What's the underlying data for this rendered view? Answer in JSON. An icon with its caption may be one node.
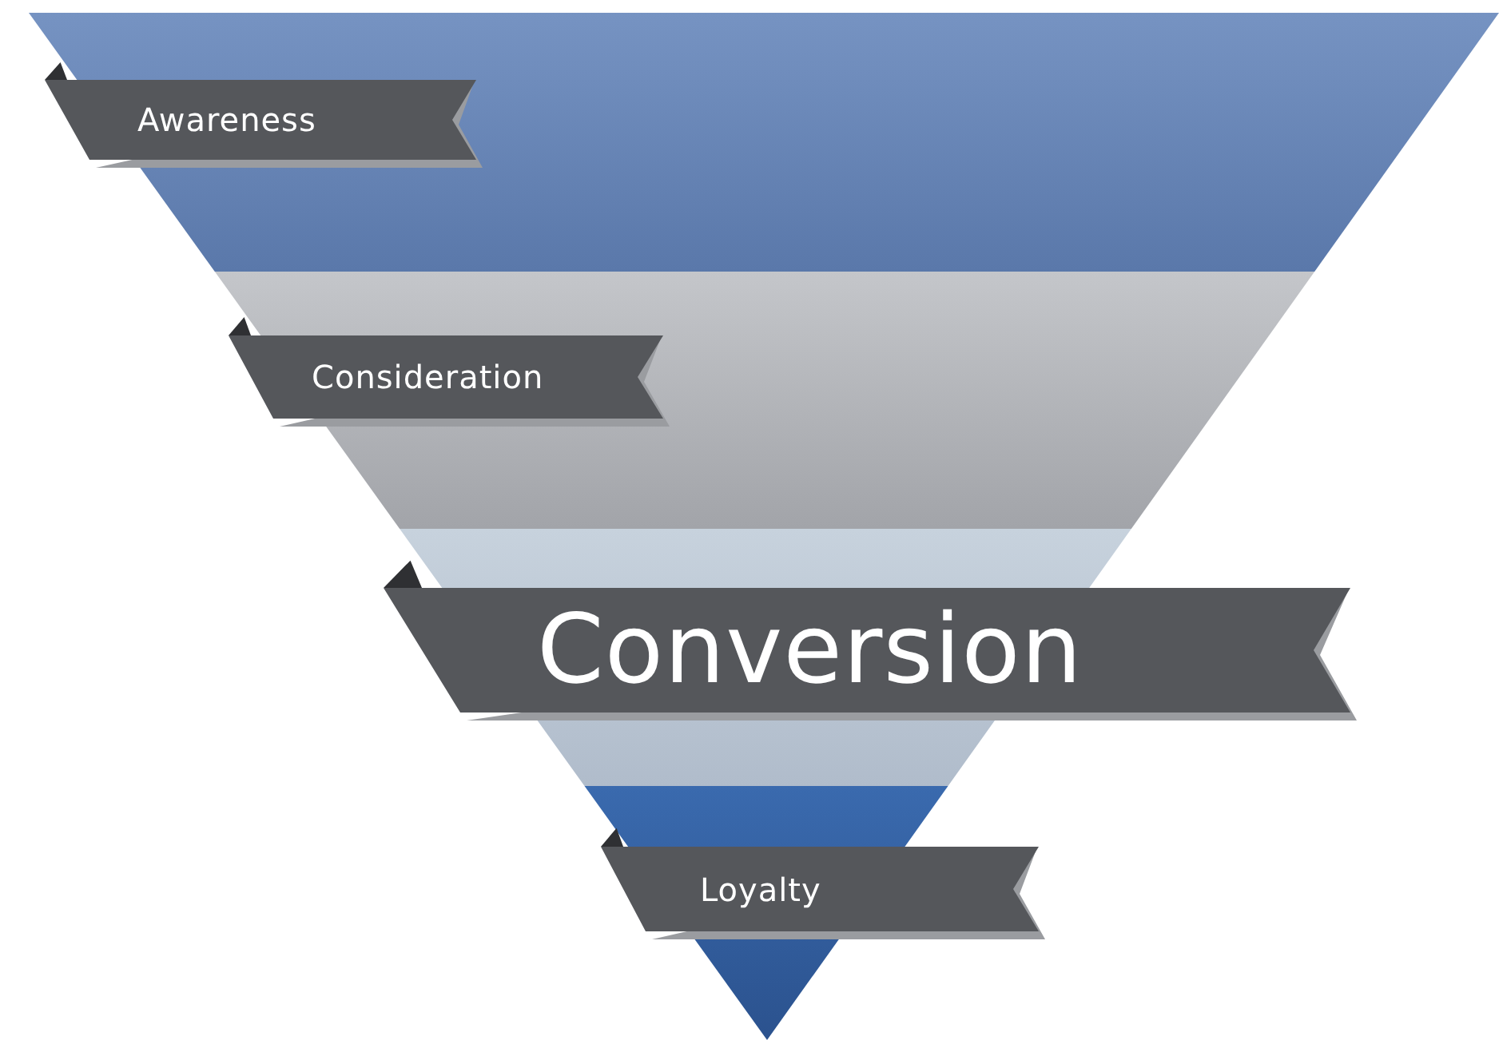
{
  "diagram": {
    "nodes": [
      {
        "text": [
          "Awareness"
        ]
      },
      {
        "text": [
          "Consideration"
        ]
      },
      {
        "text": [
          "Conversion"
        ]
      },
      {
        "text": [
          "Loyalty"
        ]
      }
    ]
  }
}
